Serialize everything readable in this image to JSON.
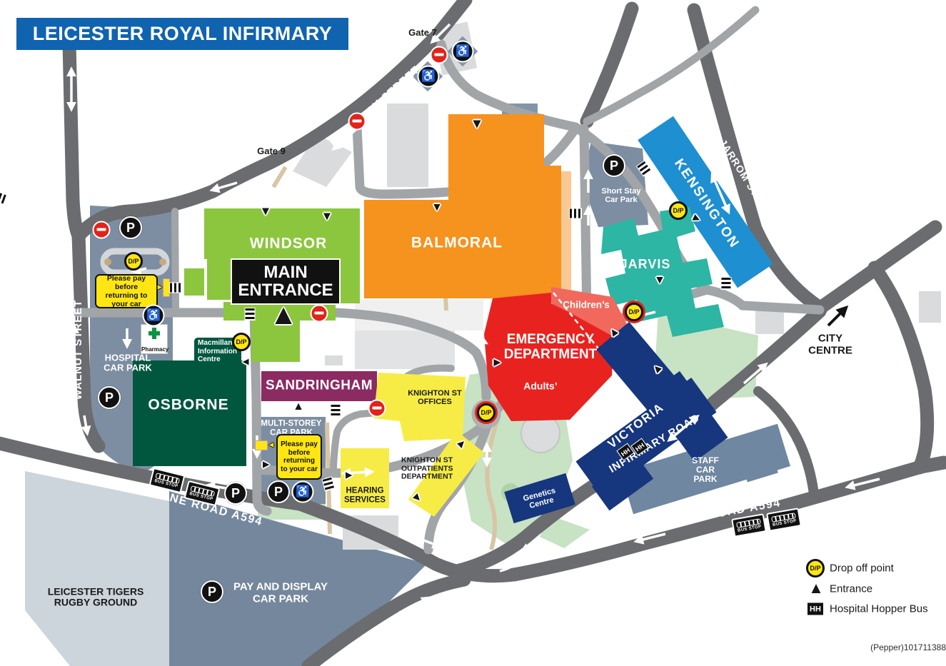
{
  "title": "LEICESTER ROYAL INFIRMARY",
  "streets": {
    "havelock": "HAVELOCK STREET",
    "walnut": "WALNUT STREET",
    "jarrom": "JARROM STREET",
    "aylestone": "AYLESTONE ROAD A594",
    "welford": "WELFORD ROAD A594",
    "infirmary": "INFIRMARY ROAD"
  },
  "gates": {
    "gate7": "Gate 7",
    "gate9": "Gate 9"
  },
  "destinations": {
    "city_centre": "CITY CENTRE"
  },
  "buildings": {
    "windsor": "WINDSOR",
    "balmoral": "BALMORAL",
    "kensington": "KENSINGTON",
    "jarvis": "JARVIS",
    "osborne": "OSBORNE",
    "sandringham": "SANDRINGHAM",
    "victoria": "VICTORIA",
    "main_entrance": "MAIN ENTRANCE",
    "emergency": "EMERGENCY DEPARTMENT",
    "childrens": "Children’s",
    "adults": "Adults’",
    "knighton_offices": "KNIGHTON ST OFFICES",
    "knighton_outpatients": "KNIGHTON ST OUTPATIENTS DEPARTMENT",
    "hearing": "HEARING SERVICES",
    "genetics": "Genetics Centre",
    "macmillan": "Macmillan Information Centre",
    "pharmacy": "Pharmacy"
  },
  "car_parks": {
    "hospital": "HOSPITAL CAR PARK",
    "short_stay": "Short Stay Car Park",
    "multi_storey": "MULTI-STOREY CAR PARK",
    "staff": "STAFF CAR PARK",
    "pay_display": "PAY AND DISPLAY CAR PARK"
  },
  "notices": {
    "please_pay": "Please pay before returning to your car"
  },
  "landmarks": {
    "rugby_ground": "LEICESTER TIGERS RUGBY GROUND"
  },
  "legend": {
    "drop_off": "Drop off point",
    "entrance": "Entrance",
    "hopper_bus": "Hospital Hopper Bus"
  },
  "icons": {
    "parking": "P",
    "drop_off": "D/P",
    "hopper": "HH",
    "bus_stop": "BUS STOP",
    "entrance_glyph": "▲",
    "wheelchair_glyph": "♿",
    "arrow_right_glyph": "►",
    "arrow_left_glyph": "◄"
  },
  "credit": "(Pepper)101711388",
  "colors": {
    "banner_blue": "#1063AF",
    "road_dark": "#6A6C6F",
    "road_internal": "#A2A5A8",
    "windsor_green": "#8CC63E",
    "balmoral_orange": "#F6921E",
    "kensington_blue": "#1E8FD1",
    "jarvis_teal": "#2CB6A3",
    "osborne_green": "#00573E",
    "sandringham_purple": "#8C2A62",
    "emergency_red": "#E8231F",
    "childrens_salmon": "#F0695C",
    "victoria_navy": "#16367E",
    "department_yellow": "#F6EC45",
    "notice_yellow": "#FFE612",
    "car_park_slate": "#7D8EA2",
    "park_green": "#C8E2C4",
    "no_entry_red": "#E2231A"
  }
}
